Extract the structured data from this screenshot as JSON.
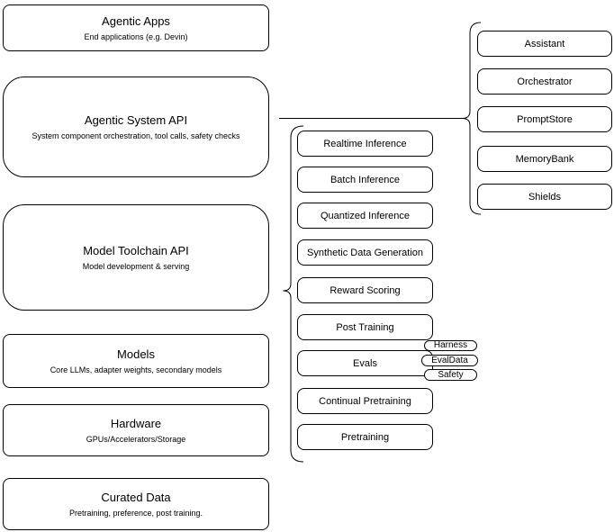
{
  "diagram": {
    "left_stack": [
      {
        "title": "Agentic Apps",
        "subtitle": "End applications (e.g. Devin)"
      },
      {
        "title": "Agentic System API",
        "subtitle": "System component orchestration, tool calls, safety checks"
      },
      {
        "title": "Model Toolchain API",
        "subtitle": "Model development & serving"
      },
      {
        "title": "Models",
        "subtitle": "Core LLMs, adapter weights, secondary models"
      },
      {
        "title": "Hardware",
        "subtitle": "GPUs/Accelerators/Storage"
      },
      {
        "title": "Curated Data",
        "subtitle": "Pretraining, preference, post training."
      }
    ],
    "toolchain_services": [
      "Realtime Inference",
      "Batch Inference",
      "Quantized Inference",
      "Synthetic Data Generation",
      "Reward Scoring",
      "Post Training",
      "Evals",
      "Continual Pretraining",
      "Pretraining"
    ],
    "system_components": [
      "Assistant",
      "Orchestrator",
      "PromptStore",
      "MemoryBank",
      "Shields"
    ],
    "eval_tags": [
      "Harness",
      "EvalData",
      "Safety"
    ],
    "colors": {
      "stroke": "#000000",
      "box_fill": "#ffffff",
      "background": "#ffffff",
      "text": "#000000"
    }
  }
}
